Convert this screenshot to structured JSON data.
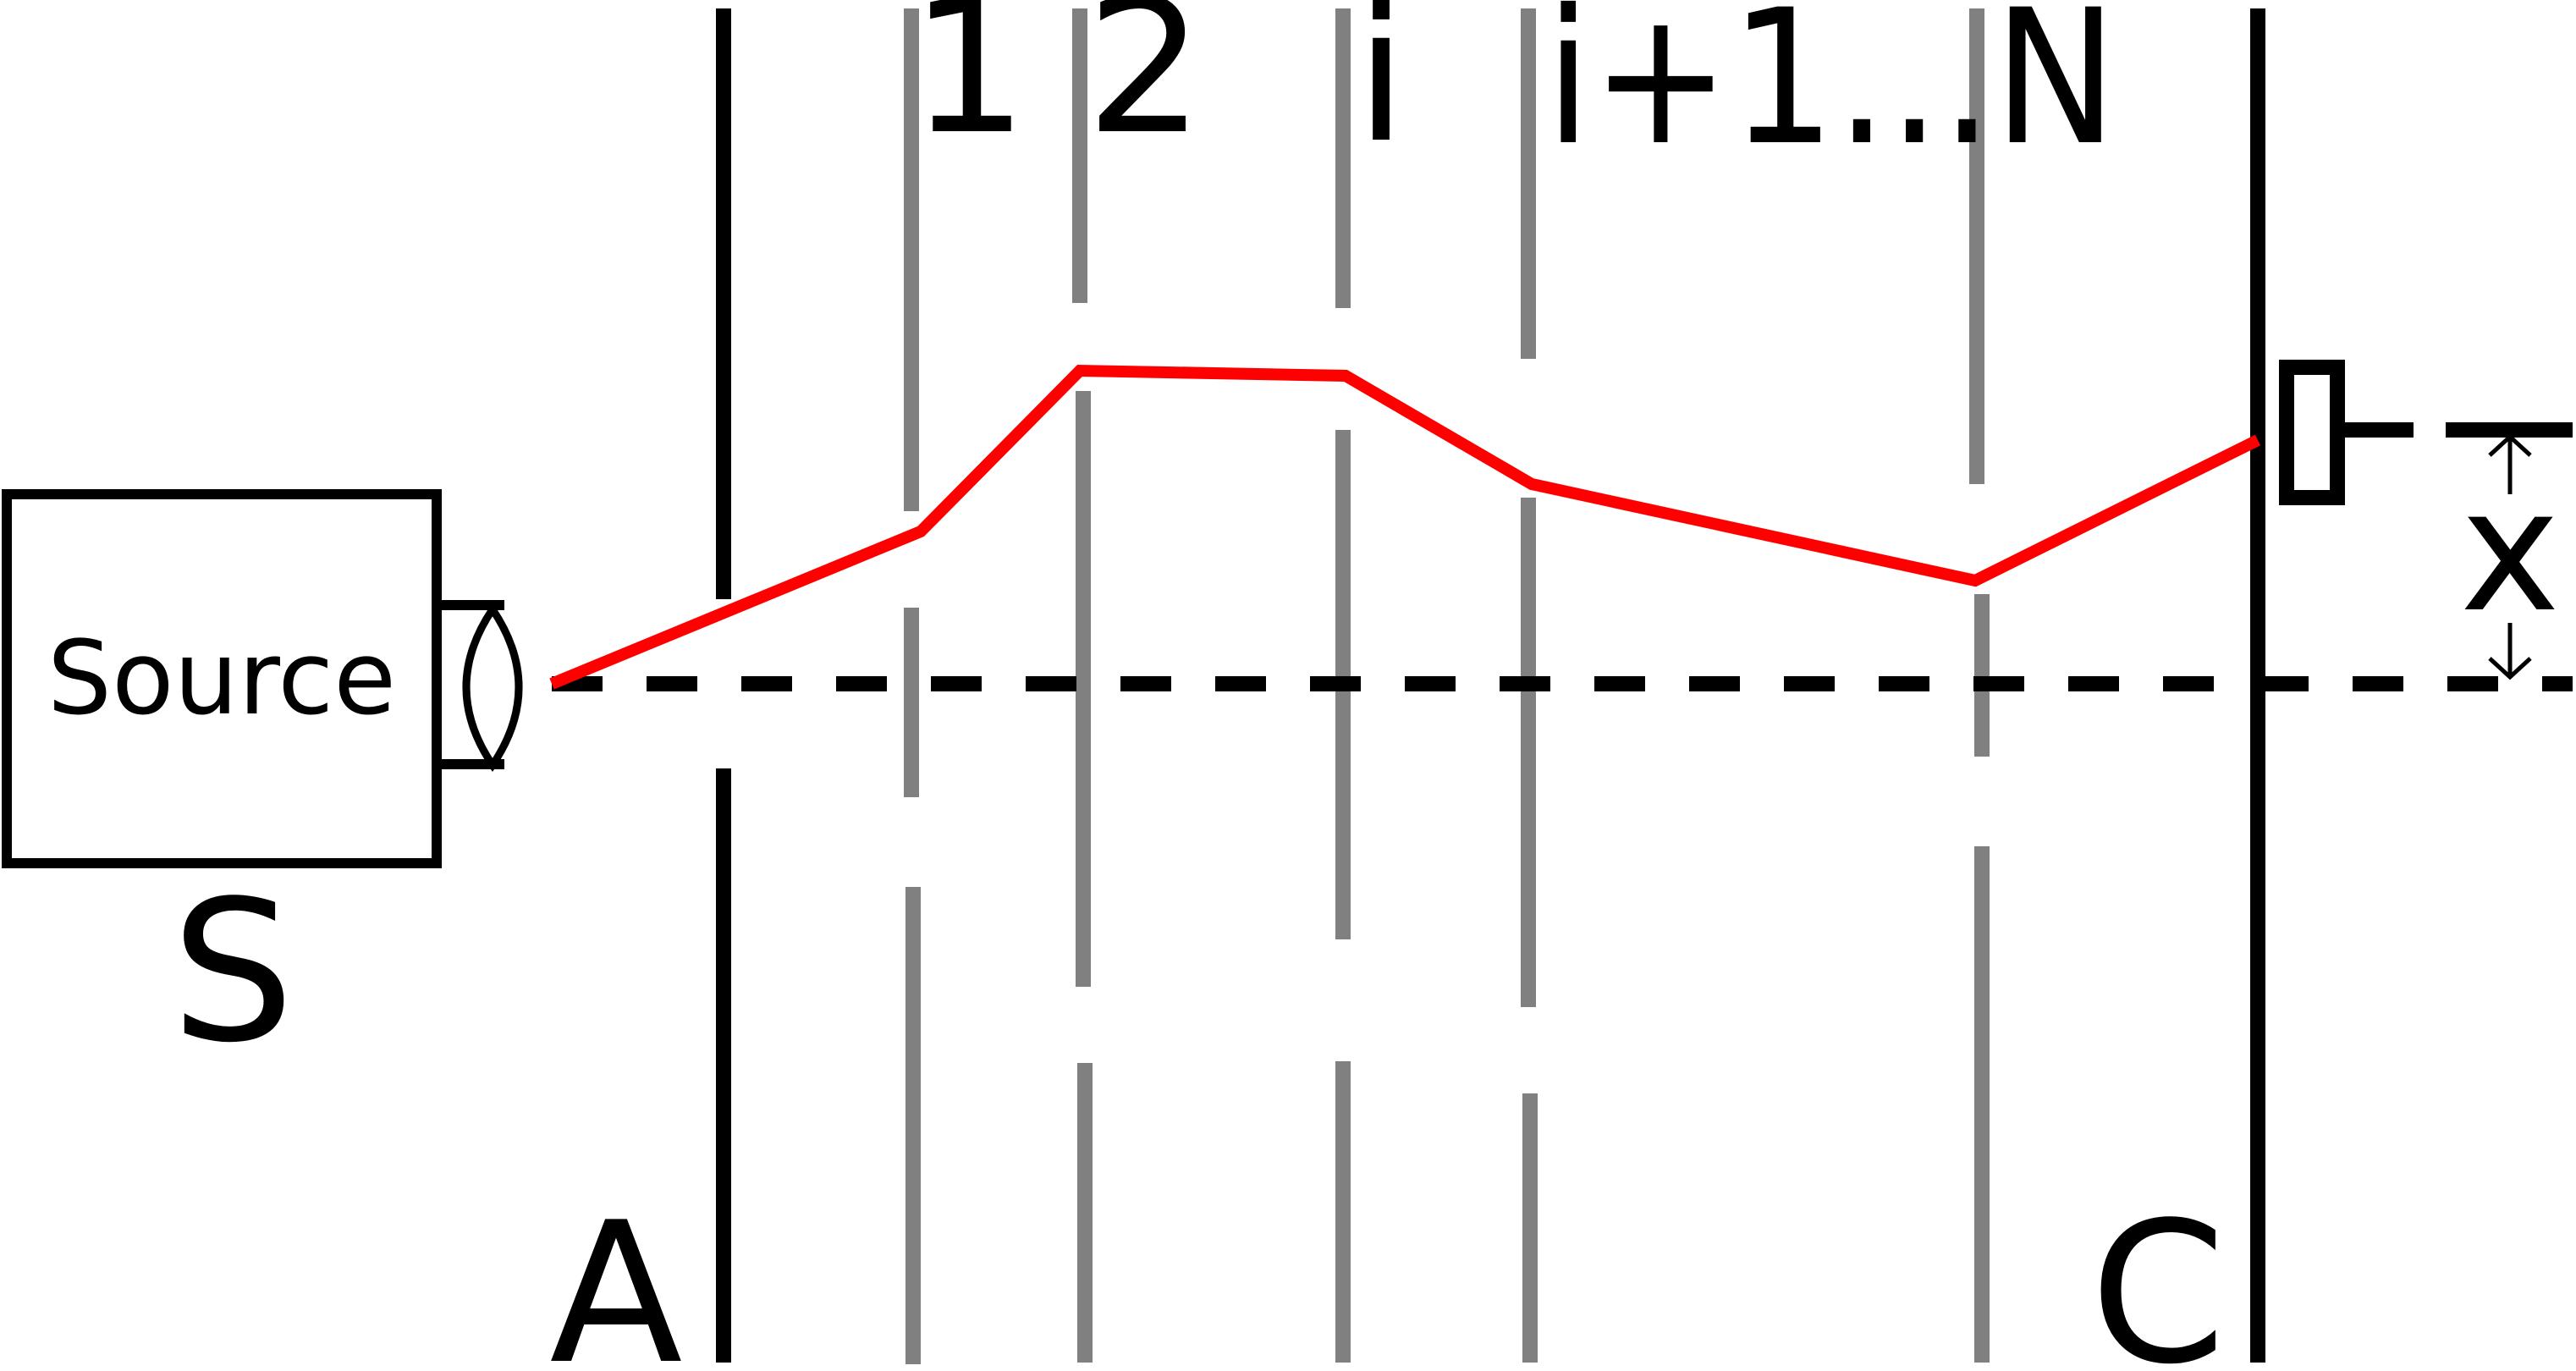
{
  "source": {
    "box_label": "Source",
    "letter": "S"
  },
  "slits": {
    "top_labels": [
      "1",
      "2",
      "i",
      "i+1...N"
    ],
    "first_screen_label": "A",
    "last_screen_label": "C"
  },
  "offset_label": "x",
  "colors": {
    "screen": "#000000",
    "intermediate_screens": "#808080",
    "path": "#ff0000",
    "axis": "#000000",
    "background": "#ffffff"
  }
}
